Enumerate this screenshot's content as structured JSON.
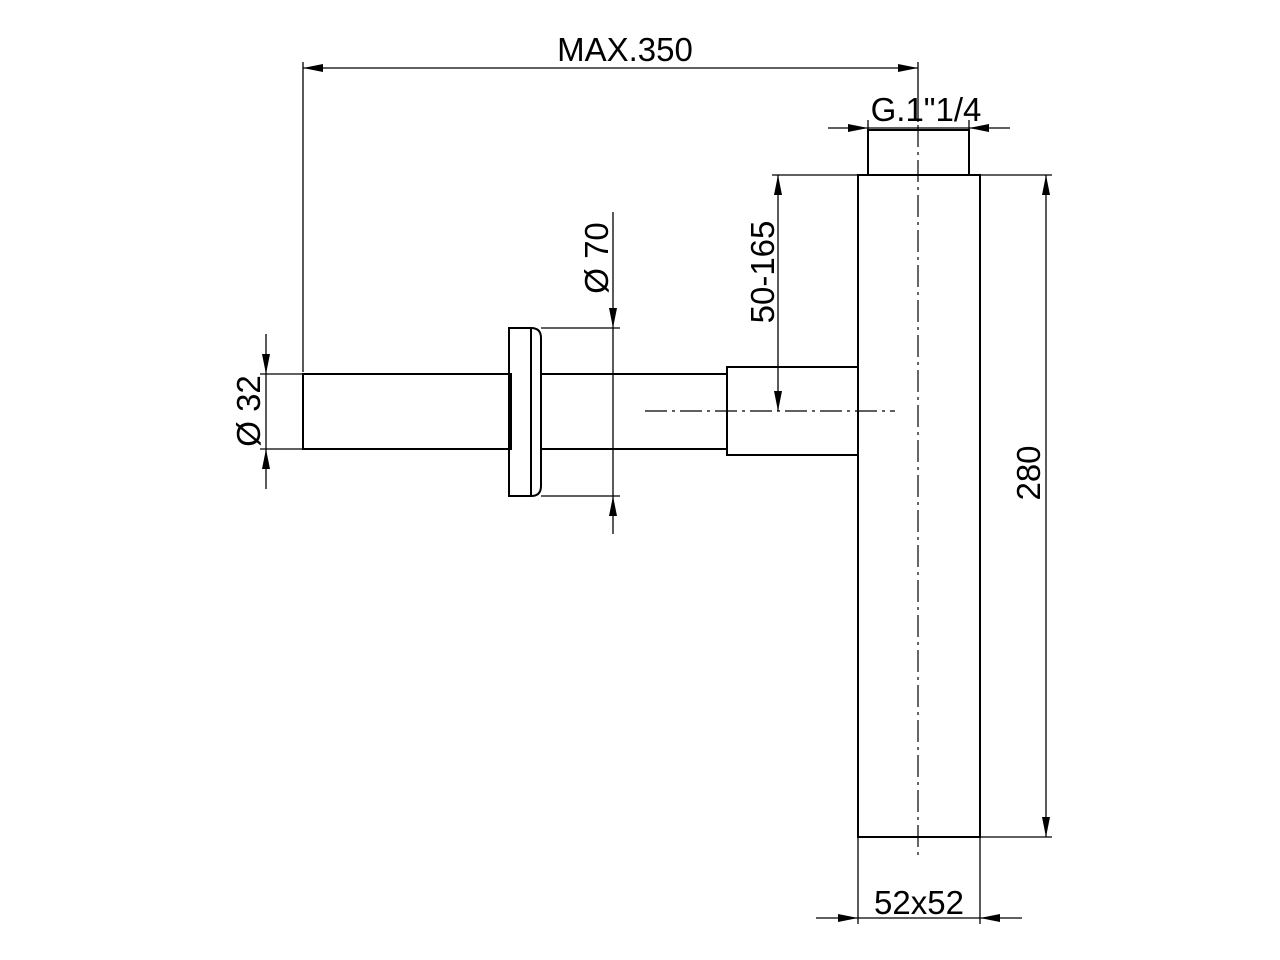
{
  "drawing": {
    "dimensions": {
      "max_length": "MAX.350",
      "thread": "G.1\"1/4",
      "adjust_height": "50-165",
      "flange_diameter": "Ø 70",
      "pipe_diameter": "Ø 32",
      "total_height": "280",
      "section": "52x52"
    }
  }
}
